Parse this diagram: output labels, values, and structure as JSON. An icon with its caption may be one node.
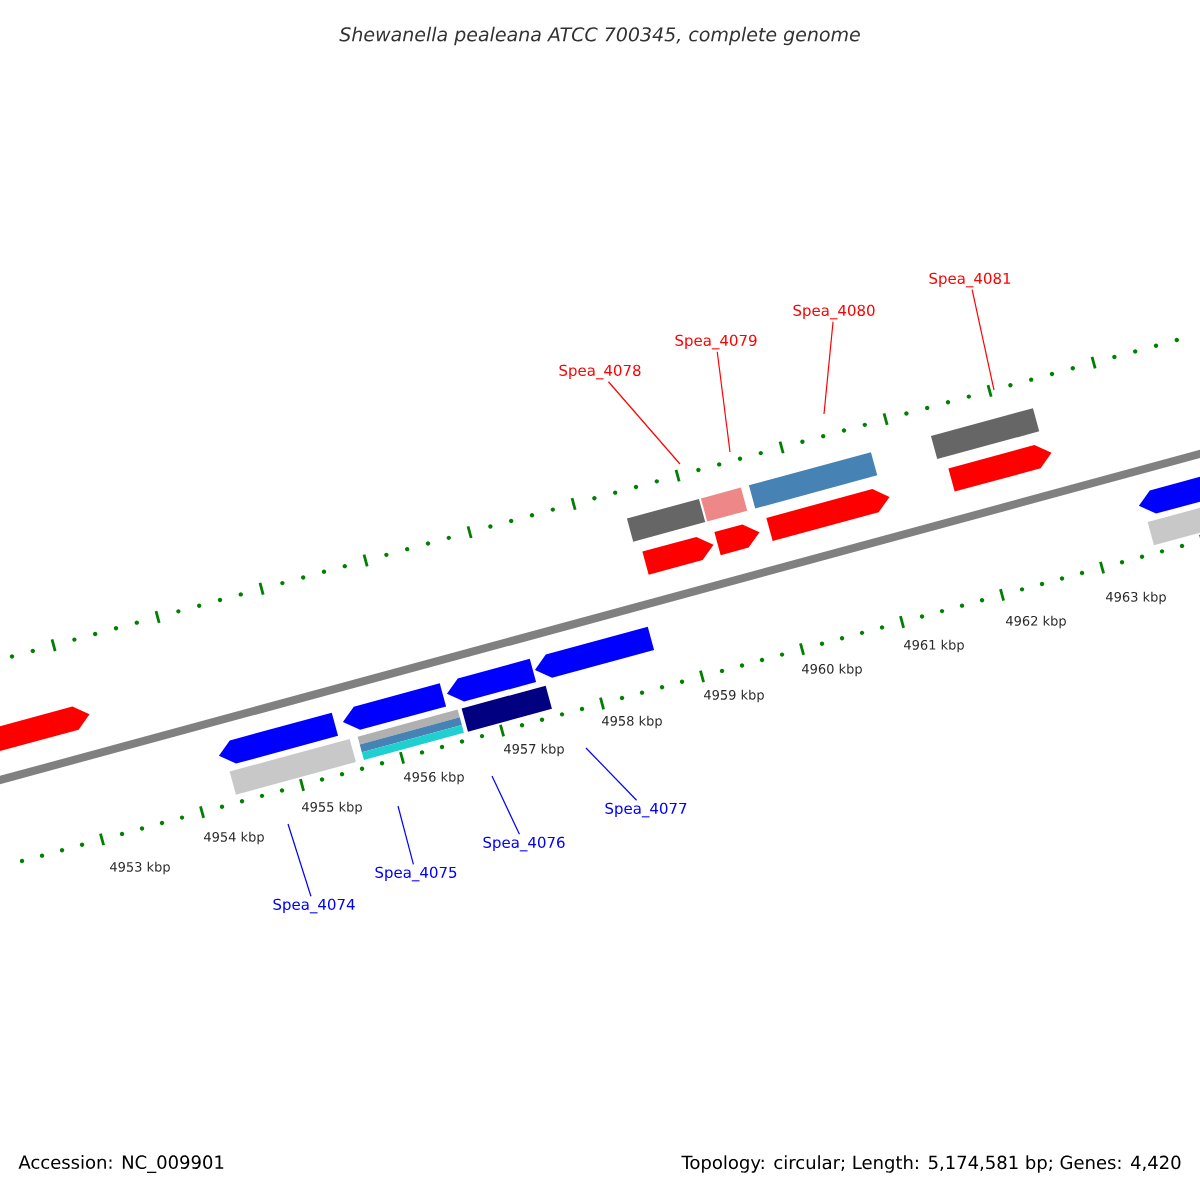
{
  "diagram": {
    "title": "Shewanella pealeana ATCC 700345, complete genome",
    "nodes": [
      {
        "text": [
          "Spea_4081"
        ]
      },
      {
        "text": [
          "Spea_4080"
        ]
      },
      {
        "text": [
          "Spea_4079"
        ]
      },
      {
        "text": [
          "Spea_4078"
        ]
      },
      {
        "text": [
          "Spea_4077"
        ]
      },
      {
        "text": [
          "Spea_4076"
        ]
      },
      {
        "text": [
          "Spea_4075"
        ]
      },
      {
        "text": [
          "Spea_4074"
        ]
      }
    ],
    "edges": [
      {
        "from": 0,
        "to": null,
        "arrow": "none",
        "color": "#ff0000"
      },
      {
        "from": 1,
        "to": null,
        "arrow": "none",
        "color": "#ff0000"
      },
      {
        "from": 2,
        "to": null,
        "arrow": "none",
        "color": "#ff0000"
      },
      {
        "from": 3,
        "to": null,
        "arrow": "none",
        "color": "#ff0000"
      },
      {
        "from": 4,
        "to": null,
        "arrow": "none",
        "color": "#0000ff"
      },
      {
        "from": 5,
        "to": null,
        "arrow": "none",
        "color": "#0000ff"
      },
      {
        "from": 6,
        "to": null,
        "arrow": "none",
        "color": "#0000ff"
      },
      {
        "from": 7,
        "to": null,
        "arrow": "none",
        "color": "#0000ff"
      }
    ],
    "labels": [
      "4963 kbp",
      "4962 kbp",
      "4961 kbp",
      "4960 kbp",
      "4959 kbp",
      "4958 kbp",
      "4957 kbp",
      "4956 kbp",
      "4955 kbp",
      "4954 kbp",
      "4953 kbp",
      "Accession: NC_009901",
      "Topology: circular; Length: 5,174,581 bp; Genes: 4,420"
    ]
  }
}
